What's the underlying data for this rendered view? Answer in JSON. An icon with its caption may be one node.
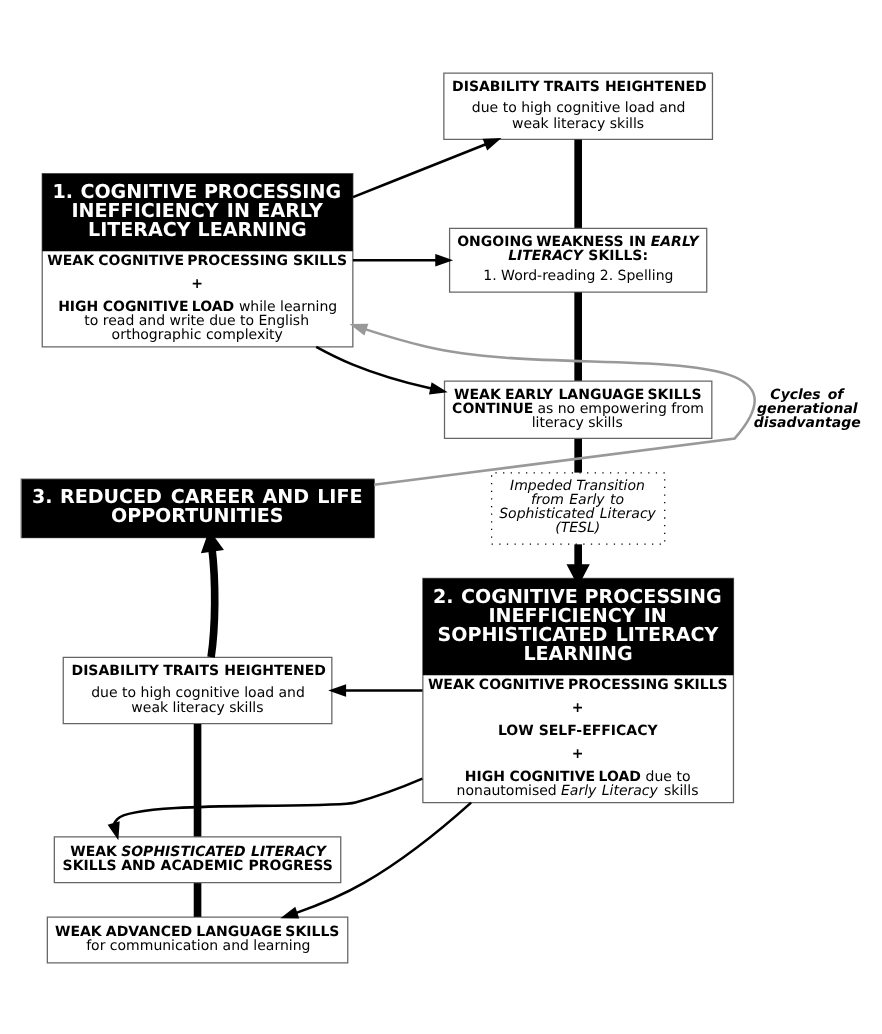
{
  "diagram": {
    "nodes": [
      {
        "text": [
          "1. COGNITIVE PROCESSING INEFFICIENCY IN EARLY LITERACY LEARNING",
          "**WEAK COGNITIVE PROCESSING SKILLS**",
          "**+**",
          "**HIGH COGNITIVE LOAD** while learning to read and write due to English orthographic complexity"
        ]
      },
      {
        "text": [
          "**DISABILITY TRAITS HEIGHTENED**",
          "due to high cognitive load and weak literacy skills"
        ]
      },
      {
        "text": [
          "**ONGOING WEAKNESS IN *EARLY LITERACY* SKILLS:**",
          "1. Word-reading 2. Spelling"
        ]
      },
      {
        "text": [
          "**WEAK EARLY LANGUAGE SKILLS CONTINUE** as no empowering from literacy skills"
        ]
      },
      {
        "text": [
          "Impeded Transition from Early to Sophisticated Literacy (TESL)"
        ]
      },
      {
        "text": [
          "2. COGNITIVE PROCESSING INEFFICIENCY IN SOPHISTICATED LITERACY LEARNING",
          "**WEAK COGNITIVE PROCESSING SKILLS**",
          "**+**",
          "**LOW SELF-EFFICACY**",
          "**+**",
          "**HIGH COGNITIVE LOAD** due to nonautomised *Early Literacy* skills"
        ]
      },
      {
        "text": [
          "**DISABILITY TRAITS HEIGHTENED**",
          "due to high cognitive load and weak literacy skills"
        ]
      },
      {
        "text": [
          "**WEAK *SOPHISTICATED LITERACY* SKILLS AND ACADEMIC PROGRESS**"
        ]
      },
      {
        "text": [
          "**WEAK ADVANCED LANGUAGE SKILLS** for communication and learning"
        ]
      },
      {
        "text": [
          "3. REDUCED CAREER AND LIFE OPPORTUNITIES"
        ]
      }
    ],
    "edges": [
      {
        "from": 0,
        "to": 1,
        "arrow": "to"
      },
      {
        "from": 0,
        "to": 2,
        "arrow": "to"
      },
      {
        "from": 0,
        "to": 3,
        "arrow": "to"
      },
      {
        "from": 1,
        "to": 2,
        "arrow": "none",
        "style": "thick"
      },
      {
        "from": 2,
        "to": 3,
        "arrow": "none",
        "style": "thick"
      },
      {
        "from": 3,
        "to": 4,
        "arrow": "none",
        "style": "thick"
      },
      {
        "from": 4,
        "to": 5,
        "arrow": "to",
        "style": "thick"
      },
      {
        "from": 5,
        "to": 6,
        "arrow": "to"
      },
      {
        "from": 5,
        "to": 7,
        "arrow": "to"
      },
      {
        "from": 5,
        "to": 8,
        "arrow": "to"
      },
      {
        "from": 6,
        "to": 7,
        "arrow": "none",
        "style": "thick"
      },
      {
        "from": 7,
        "to": 8,
        "arrow": "none",
        "style": "thick"
      },
      {
        "from": 6,
        "to": 9,
        "arrow": "to",
        "style": "thick"
      },
      {
        "from": 9,
        "to": 0,
        "arrow": "to",
        "label": "*Cycles of generational disadvantage*",
        "color": "#999999"
      }
    ]
  }
}
